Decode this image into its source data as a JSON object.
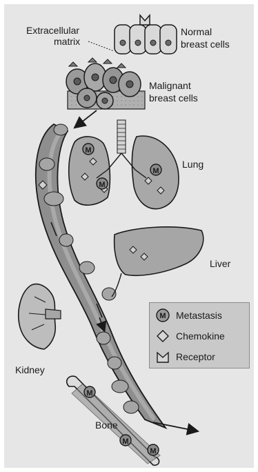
{
  "labels": {
    "extracellular_matrix_line1": "Extracellular",
    "extracellular_matrix_line2": "matrix",
    "normal_breast_cells_line1": "Normal",
    "normal_breast_cells_line2": "breast cells",
    "malignant_breast_cells_line1": "Malignant",
    "malignant_breast_cells_line2": "breast cells",
    "lung": "Lung",
    "liver": "Liver",
    "kidney": "Kidney",
    "bone": "Bone"
  },
  "legend": {
    "items": [
      {
        "symbol": "M",
        "label": "Metastasis"
      },
      {
        "symbol": "",
        "label": "Chemokine"
      },
      {
        "symbol": "",
        "label": "Receptor"
      }
    ]
  },
  "cell_marks": {
    "lung_metastasis_symbol": "M",
    "bone_metastasis_symbol": "M"
  },
  "colors": {
    "background": "#e6e6e6",
    "vessel": "#8e8e8e",
    "vessel_inner": "#b5b5b5",
    "cell": "#9a9a9a",
    "organ": "#a6a6a6",
    "outline": "#1a1a1a"
  }
}
